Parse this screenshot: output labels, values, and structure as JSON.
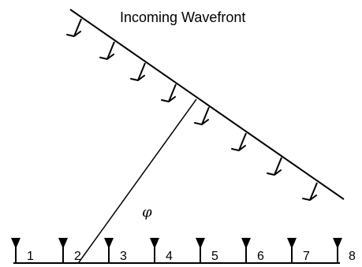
{
  "diagram": {
    "title": "Incoming Wavefront",
    "angle_label": "φ",
    "elements": [
      {
        "label": "1"
      },
      {
        "label": "2"
      },
      {
        "label": "3"
      },
      {
        "label": "4"
      },
      {
        "label": "5"
      },
      {
        "label": "6"
      },
      {
        "label": "7"
      },
      {
        "label": "8"
      }
    ],
    "colors": {
      "stroke": "#000000",
      "background": "#ffffff"
    },
    "icons": {
      "antenna": "inverted-triangle-antenna-icon",
      "arrow": "down-left-arrow-icon"
    }
  }
}
